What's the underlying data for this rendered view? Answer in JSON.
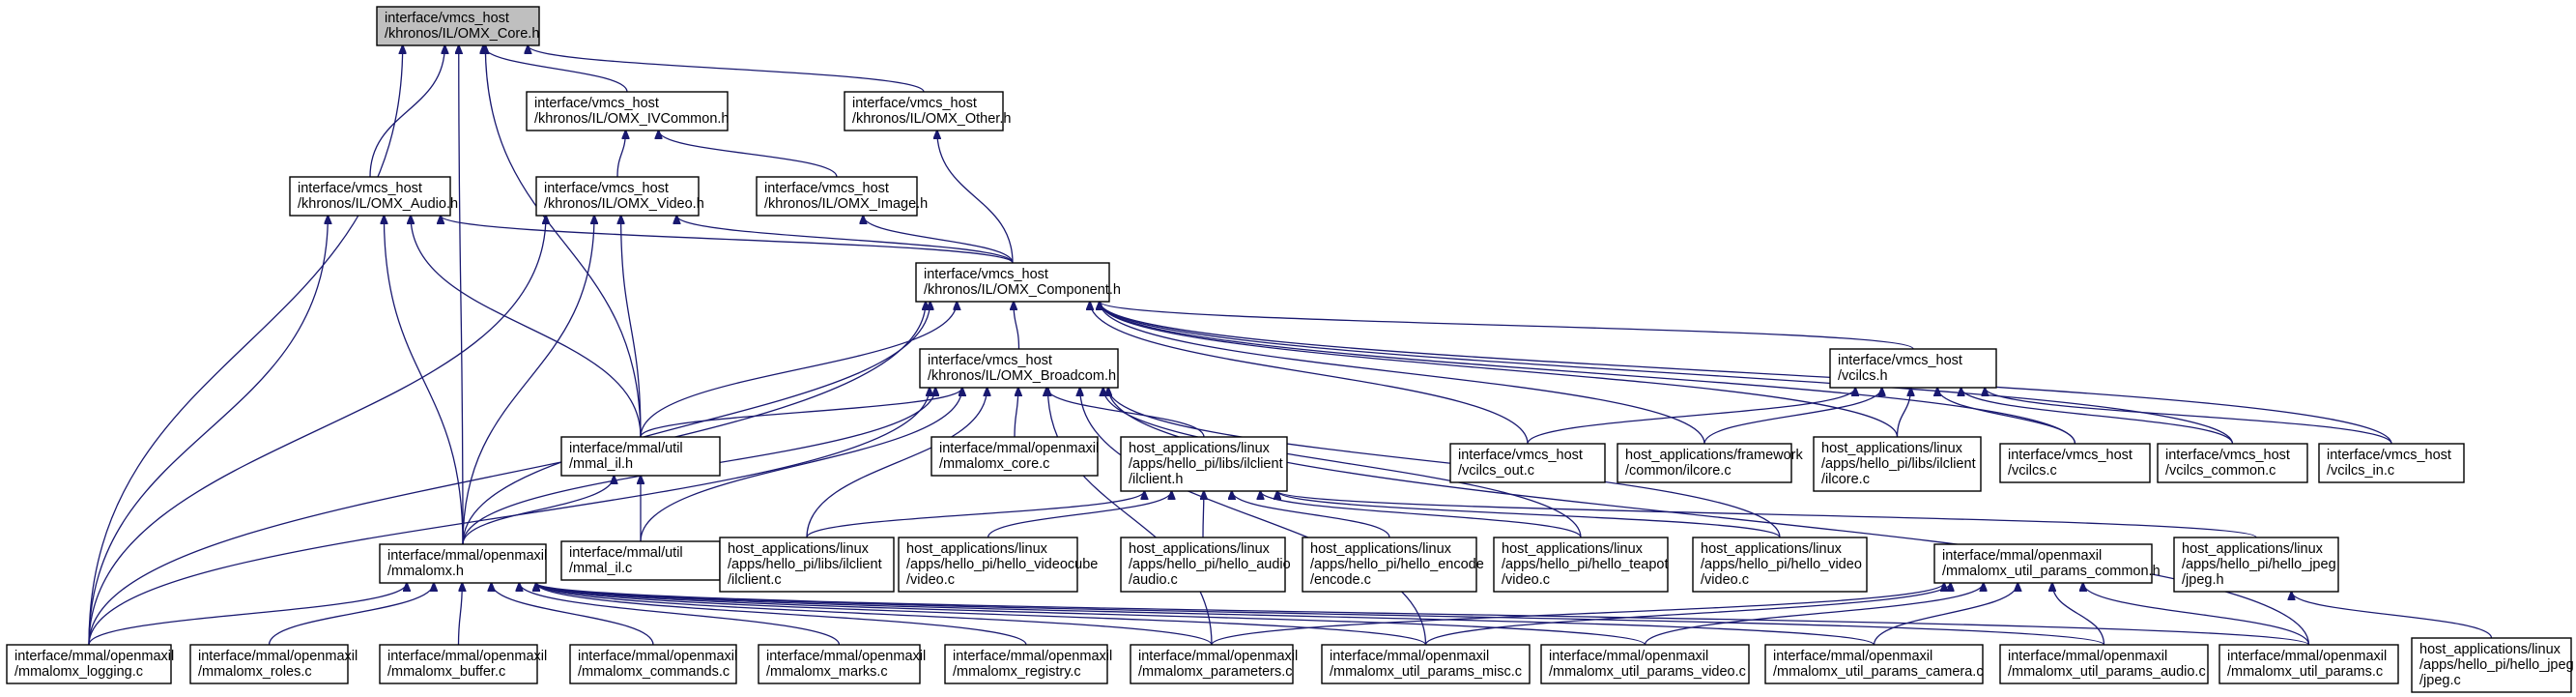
{
  "graph": {
    "nodes": [
      {
        "id": "core",
        "lines": [
          "interface/vmcs_host",
          "/khronos/IL/OMX_Core.h"
        ],
        "root": true
      },
      {
        "id": "ivcommon",
        "lines": [
          "interface/vmcs_host",
          "/khronos/IL/OMX_IVCommon.h"
        ]
      },
      {
        "id": "other",
        "lines": [
          "interface/vmcs_host",
          "/khronos/IL/OMX_Other.h"
        ]
      },
      {
        "id": "audio",
        "lines": [
          "interface/vmcs_host",
          "/khronos/IL/OMX_Audio.h"
        ]
      },
      {
        "id": "video",
        "lines": [
          "interface/vmcs_host",
          "/khronos/IL/OMX_Video.h"
        ]
      },
      {
        "id": "image",
        "lines": [
          "interface/vmcs_host",
          "/khronos/IL/OMX_Image.h"
        ]
      },
      {
        "id": "component",
        "lines": [
          "interface/vmcs_host",
          "/khronos/IL/OMX_Component.h"
        ]
      },
      {
        "id": "broadcom",
        "lines": [
          "interface/vmcs_host",
          "/khronos/IL/OMX_Broadcom.h"
        ]
      },
      {
        "id": "vcilcs_h",
        "lines": [
          "interface/vmcs_host",
          "/vcilcs.h"
        ]
      },
      {
        "id": "mmal_il_h",
        "lines": [
          "interface/mmal/util",
          "/mmal_il.h"
        ]
      },
      {
        "id": "mmalomx_core",
        "lines": [
          "interface/mmal/openmaxil",
          "/mmalomx_core.c"
        ]
      },
      {
        "id": "ilclient_h",
        "lines": [
          "host_applications/linux",
          "/apps/hello_pi/libs/ilclient",
          "/ilclient.h"
        ]
      },
      {
        "id": "vcilcs_out",
        "lines": [
          "interface/vmcs_host",
          "/vcilcs_out.c"
        ]
      },
      {
        "id": "fw_ilcore",
        "lines": [
          "host_applications/framework",
          "/common/ilcore.c"
        ]
      },
      {
        "id": "ilcore_c",
        "lines": [
          "host_applications/linux",
          "/apps/hello_pi/libs/ilclient",
          "/ilcore.c"
        ]
      },
      {
        "id": "vcilcs_c",
        "lines": [
          "interface/vmcs_host",
          "/vcilcs.c"
        ]
      },
      {
        "id": "vcilcs_common",
        "lines": [
          "interface/vmcs_host",
          "/vcilcs_common.c"
        ]
      },
      {
        "id": "vcilcs_in",
        "lines": [
          "interface/vmcs_host",
          "/vcilcs_in.c"
        ]
      },
      {
        "id": "mmalomx_h",
        "lines": [
          "interface/mmal/openmaxil",
          "/mmalomx.h"
        ]
      },
      {
        "id": "mmal_il_c",
        "lines": [
          "interface/mmal/util",
          "/mmal_il.c"
        ]
      },
      {
        "id": "ilclient_c",
        "lines": [
          "host_applications/linux",
          "/apps/hello_pi/libs/ilclient",
          "/ilclient.c"
        ]
      },
      {
        "id": "videocube",
        "lines": [
          "host_applications/linux",
          "/apps/hello_pi/hello_videocube",
          "/video.c"
        ]
      },
      {
        "id": "hello_audio",
        "lines": [
          "host_applications/linux",
          "/apps/hello_pi/hello_audio",
          "/audio.c"
        ]
      },
      {
        "id": "hello_encode",
        "lines": [
          "host_applications/linux",
          "/apps/hello_pi/hello_encode",
          "/encode.c"
        ]
      },
      {
        "id": "hello_teapot",
        "lines": [
          "host_applications/linux",
          "/apps/hello_pi/hello_teapot",
          "/video.c"
        ]
      },
      {
        "id": "hello_video",
        "lines": [
          "host_applications/linux",
          "/apps/hello_pi/hello_video",
          "/video.c"
        ]
      },
      {
        "id": "params_common_h",
        "lines": [
          "interface/mmal/openmaxil",
          "/mmalomx_util_params_common.h"
        ]
      },
      {
        "id": "jpeg_h",
        "lines": [
          "host_applications/linux",
          "/apps/hello_pi/hello_jpeg",
          "/jpeg.h"
        ]
      },
      {
        "id": "logging",
        "lines": [
          "interface/mmal/openmaxil",
          "/mmalomx_logging.c"
        ]
      },
      {
        "id": "roles",
        "lines": [
          "interface/mmal/openmaxil",
          "/mmalomx_roles.c"
        ]
      },
      {
        "id": "buffer",
        "lines": [
          "interface/mmal/openmaxil",
          "/mmalomx_buffer.c"
        ]
      },
      {
        "id": "commands",
        "lines": [
          "interface/mmal/openmaxil",
          "/mmalomx_commands.c"
        ]
      },
      {
        "id": "marks",
        "lines": [
          "interface/mmal/openmaxil",
          "/mmalomx_marks.c"
        ]
      },
      {
        "id": "registry",
        "lines": [
          "interface/mmal/openmaxil",
          "/mmalomx_registry.c"
        ]
      },
      {
        "id": "parameters",
        "lines": [
          "interface/mmal/openmaxil",
          "/mmalomx_parameters.c"
        ]
      },
      {
        "id": "params_misc",
        "lines": [
          "interface/mmal/openmaxil",
          "/mmalomx_util_params_misc.c"
        ]
      },
      {
        "id": "params_video",
        "lines": [
          "interface/mmal/openmaxil",
          "/mmalomx_util_params_video.c"
        ]
      },
      {
        "id": "params_camera",
        "lines": [
          "interface/mmal/openmaxil",
          "/mmalomx_util_params_camera.c"
        ]
      },
      {
        "id": "params_audio",
        "lines": [
          "interface/mmal/openmaxil",
          "/mmalomx_util_params_audio.c"
        ]
      },
      {
        "id": "params_c",
        "lines": [
          "interface/mmal/openmaxil",
          "/mmalomx_util_params.c"
        ]
      },
      {
        "id": "jpeg_c",
        "lines": [
          "host_applications/linux",
          "/apps/hello_pi/hello_jpeg",
          "/jpeg.c"
        ]
      }
    ],
    "edges": [
      [
        "ivcommon",
        "core"
      ],
      [
        "other",
        "core"
      ],
      [
        "audio",
        "core"
      ],
      [
        "mmal_il_h",
        "core"
      ],
      [
        "mmalomx_h",
        "core"
      ],
      [
        "logging",
        "core"
      ],
      [
        "video",
        "ivcommon"
      ],
      [
        "image",
        "ivcommon"
      ],
      [
        "component",
        "audio"
      ],
      [
        "mmal_il_h",
        "audio"
      ],
      [
        "mmalomx_h",
        "audio"
      ],
      [
        "logging",
        "audio"
      ],
      [
        "component",
        "video"
      ],
      [
        "mmal_il_h",
        "video"
      ],
      [
        "mmalomx_h",
        "video"
      ],
      [
        "logging",
        "video"
      ],
      [
        "component",
        "image"
      ],
      [
        "component",
        "other"
      ],
      [
        "broadcom",
        "component"
      ],
      [
        "mmal_il_h",
        "component"
      ],
      [
        "mmalomx_h",
        "component"
      ],
      [
        "logging",
        "component"
      ],
      [
        "vcilcs_h",
        "component"
      ],
      [
        "vcilcs_out",
        "component"
      ],
      [
        "fw_ilcore",
        "component"
      ],
      [
        "ilcore_c",
        "component"
      ],
      [
        "vcilcs_c",
        "component"
      ],
      [
        "vcilcs_common",
        "component"
      ],
      [
        "vcilcs_in",
        "component"
      ],
      [
        "mmal_il_h",
        "broadcom"
      ],
      [
        "mmalomx_core",
        "broadcom"
      ],
      [
        "ilclient_h",
        "broadcom"
      ],
      [
        "mmalomx_h",
        "broadcom"
      ],
      [
        "logging",
        "broadcom"
      ],
      [
        "ilclient_c",
        "broadcom"
      ],
      [
        "mmal_il_c",
        "broadcom"
      ],
      [
        "hello_teapot",
        "broadcom"
      ],
      [
        "hello_video",
        "broadcom"
      ],
      [
        "params_c",
        "broadcom"
      ],
      [
        "params_misc",
        "broadcom"
      ],
      [
        "parameters",
        "broadcom"
      ],
      [
        "vcilcs_out",
        "vcilcs_h"
      ],
      [
        "fw_ilcore",
        "vcilcs_h"
      ],
      [
        "ilcore_c",
        "vcilcs_h"
      ],
      [
        "vcilcs_c",
        "vcilcs_h"
      ],
      [
        "vcilcs_common",
        "vcilcs_h"
      ],
      [
        "vcilcs_in",
        "vcilcs_h"
      ],
      [
        "mmalomx_h",
        "mmal_il_h"
      ],
      [
        "mmal_il_c",
        "mmal_il_h"
      ],
      [
        "ilclient_c",
        "ilclient_h"
      ],
      [
        "videocube",
        "ilclient_h"
      ],
      [
        "hello_audio",
        "ilclient_h"
      ],
      [
        "hello_encode",
        "ilclient_h"
      ],
      [
        "hello_teapot",
        "ilclient_h"
      ],
      [
        "hello_video",
        "ilclient_h"
      ],
      [
        "jpeg_h",
        "ilclient_h"
      ],
      [
        "logging",
        "mmalomx_h"
      ],
      [
        "roles",
        "mmalomx_h"
      ],
      [
        "buffer",
        "mmalomx_h"
      ],
      [
        "commands",
        "mmalomx_h"
      ],
      [
        "marks",
        "mmalomx_h"
      ],
      [
        "registry",
        "mmalomx_h"
      ],
      [
        "parameters",
        "mmalomx_h"
      ],
      [
        "params_misc",
        "mmalomx_h"
      ],
      [
        "params_video",
        "mmalomx_h"
      ],
      [
        "params_camera",
        "mmalomx_h"
      ],
      [
        "params_audio",
        "mmalomx_h"
      ],
      [
        "params_c",
        "mmalomx_h"
      ],
      [
        "parameters",
        "params_common_h"
      ],
      [
        "params_misc",
        "params_common_h"
      ],
      [
        "params_video",
        "params_common_h"
      ],
      [
        "params_camera",
        "params_common_h"
      ],
      [
        "params_audio",
        "params_common_h"
      ],
      [
        "params_c",
        "params_common_h"
      ],
      [
        "jpeg_c",
        "jpeg_h"
      ]
    ],
    "colors": {
      "edge": "#191970",
      "root_fill": "#bfbfbf",
      "node_fill": "#ffffff",
      "border": "#000000"
    }
  }
}
